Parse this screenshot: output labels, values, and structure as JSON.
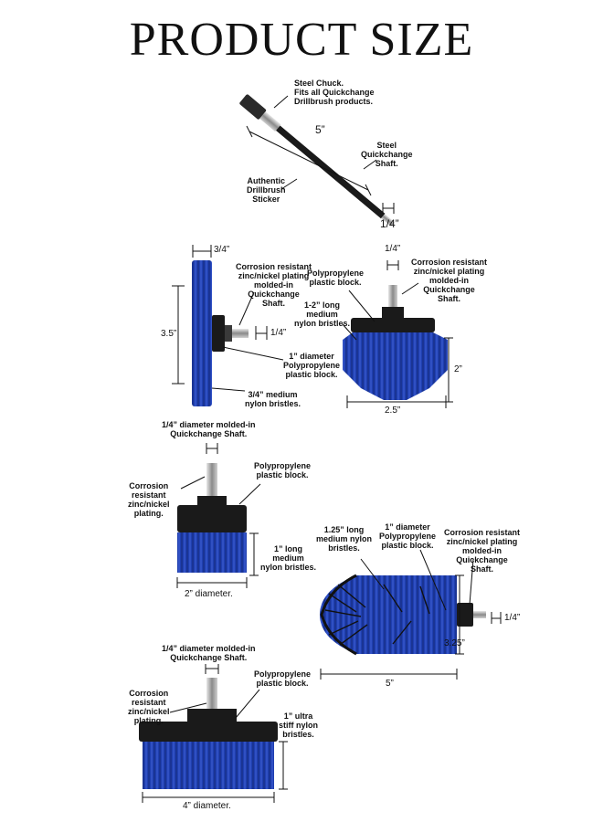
{
  "heading": "PRODUCT SIZE",
  "shaft": {
    "chuck_label": [
      "Steel Chuck.",
      "Fits all Quickchange",
      "Drillbrush products."
    ],
    "length": "5”",
    "steel_label": [
      "Steel",
      "Quickchange",
      "Shaft."
    ],
    "sticker_label": [
      "Authentic",
      "Drillbrush",
      "Sticker"
    ],
    "diameter": "1/4”"
  },
  "flat_brush": {
    "width": "3/4”",
    "corrosion_label": [
      "Corrosion resistant",
      "zinc/nickel plating",
      "molded-in",
      "Quickchange",
      "Shaft."
    ],
    "height": "3.5”",
    "shaft_dim": "1/4”",
    "block_label": [
      "1” diameter",
      "Polypropylene",
      "plastic block."
    ],
    "bristle_label": [
      "3/4” medium",
      "nylon bristles."
    ]
  },
  "cone_brush": {
    "shaft_dim": "1/4”",
    "block_label": [
      "Polypropylene",
      "plastic block."
    ],
    "corrosion_label": [
      "Corrosion resistant",
      "zinc/nickel plating",
      "molded-in",
      "Quickchange",
      "Shaft."
    ],
    "bristle_label": [
      "1-2” long",
      "medium",
      "nylon bristles."
    ],
    "height": "2”",
    "width": "2.5”"
  },
  "medium_brush": {
    "shaft_label": [
      "1/4” diameter molded-in",
      "Quickchange Shaft."
    ],
    "block_label": [
      "Polypropylene",
      "plastic block."
    ],
    "corrosion_label": [
      "Corrosion",
      "resistant",
      "zinc/nickel",
      "plating."
    ],
    "bristle_label": [
      "1” long",
      "medium",
      "nylon bristles."
    ],
    "diameter": "2” diameter."
  },
  "round_brush": {
    "bristle_label": [
      "1.25” long",
      "medium nylon",
      "bristles."
    ],
    "block_label": [
      "1” diameter",
      "Polypropylene",
      "plastic block."
    ],
    "corrosion_label": [
      "Corrosion resistant",
      "zinc/nickel plating",
      "molded-in",
      "Quickchange",
      "Shaft."
    ],
    "shaft_dim": "1/4”",
    "height": "3.25”",
    "length": "5”"
  },
  "large_brush": {
    "shaft_label": [
      "1/4” diameter molded-in",
      "Quickchange Shaft."
    ],
    "block_label": [
      "Polypropylene",
      "plastic block."
    ],
    "corrosion_label": [
      "Corrosion",
      "resistant",
      "zinc/nickel",
      "plating."
    ],
    "bristle_label": [
      "1” ultra",
      "stiff nylon",
      "bristles."
    ],
    "diameter": "4” diameter."
  },
  "colors": {
    "bristle": "#1f3fb0",
    "bristle_dark": "#142a78",
    "block": "#1a1a1a",
    "metal": "#9a9a9a"
  }
}
